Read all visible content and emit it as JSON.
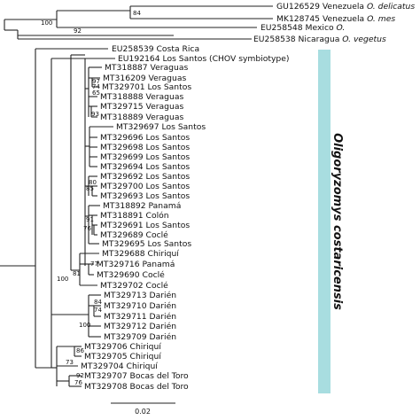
{
  "figure": {
    "clade_label": "Oligoryzomys costaricensis",
    "clade_bar_color": "#a8dde0",
    "scale_bar_label": "0.02",
    "outgroups": [
      {
        "accession": "GU126529",
        "locality": "Venezuela",
        "species": "O. delicatus"
      },
      {
        "accession": "MK128745",
        "locality": "Venezuela",
        "species": "O. mes"
      },
      {
        "accession": "EU258548",
        "locality": "Mexico",
        "species": "O."
      },
      {
        "accession": "EU258538",
        "locality": "Nicaragua",
        "species": "O. vegetus"
      }
    ],
    "tips": [
      "EU258539 Costa Rica",
      "EU192164 Los Santos (CHOV symbiotype)",
      "MT318887 Veraguas",
      "MT316209 Veraguas",
      "MT329701 Los Santos",
      "MT318888 Veraguas",
      "MT329715 Veraguas",
      "MT318889 Veraguas",
      "MT329697 Los Santos",
      "MT329696 Los Santos",
      "MT329698 Los Santos",
      "MT329699 Los Santos",
      "MT329694 Los Santos",
      "MT329692 Los Santos",
      "MT329700 Los Santos",
      "MT329693 Los Santos",
      "MT318892 Panamá",
      "MT318891 Colón",
      "MT329691 Los Santos",
      "MT329689 Coclé",
      "MT329695 Los Santos",
      "MT329688 Chiriquí",
      "MT329716 Panamá",
      "MT329690 Coclé",
      "MT329702 Coclé",
      "MT329713 Darién",
      "MT329710 Darién",
      "MT329711 Darién",
      "MT329712 Darién",
      "MT329709 Darién",
      "MT329706 Chiriquí",
      "MT329705 Chiriquí",
      "MT329704 Chiriquí",
      "MT329707 Bocas del Toro",
      "MT329708 Bocas del Toro"
    ],
    "bootstrap": {
      "outgroup_top": "84",
      "outgroup_root": "100",
      "outgroup_mexico": "92",
      "veraguas_a": "97",
      "veraguas_b": "74",
      "veraguas_c": "65",
      "veraguas_d": "93",
      "ls_a": "80",
      "ls_b": "85",
      "colon": "91",
      "cocle": "76",
      "chiriqui_panama": "81",
      "panama": "77",
      "ingroup": "100",
      "darien_a": "84",
      "darien_b": "74",
      "darien_root": "100",
      "west_a": "86",
      "west_b": "73",
      "bocas_a": "92",
      "bocas_b": "76"
    }
  }
}
